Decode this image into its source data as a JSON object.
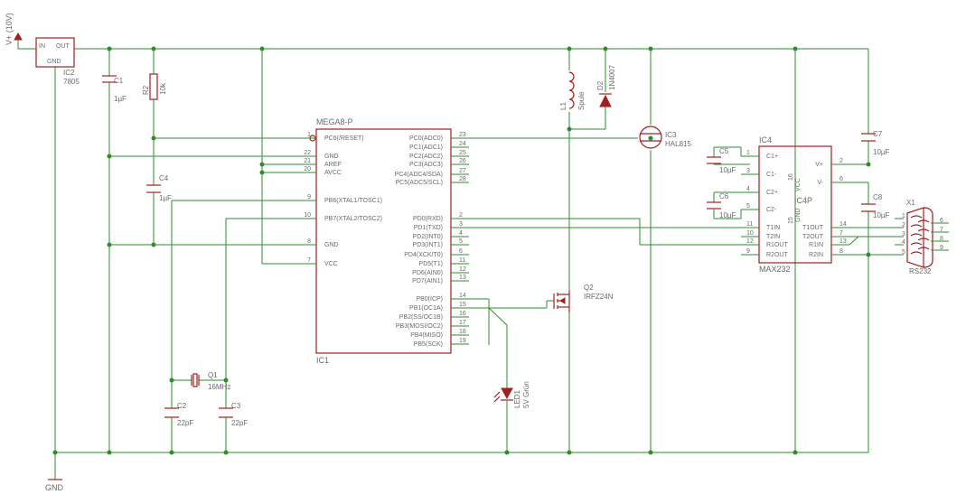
{
  "supply": {
    "label": "V+ (10V)",
    "gnd_label": "GND"
  },
  "ic2": {
    "name": "IC2",
    "value": "7805",
    "pin_in": "IN",
    "pin_out": "OUT",
    "pin_gnd": "GND"
  },
  "c1": {
    "name": "C1",
    "value": "1µF"
  },
  "r2": {
    "name": "R2",
    "value": "10k"
  },
  "c4": {
    "name": "C4",
    "value": "1µF"
  },
  "q1": {
    "name": "Q1",
    "value": "16MHz"
  },
  "c2": {
    "name": "C2",
    "value": "22pF"
  },
  "c3": {
    "name": "C3",
    "value": "22pF"
  },
  "ic1": {
    "part": "MEGA8-P",
    "name": "IC1",
    "left_pins": [
      {
        "num": "1",
        "label": "PC6(/RESET)"
      },
      {
        "num": "22",
        "label": "GND"
      },
      {
        "num": "21",
        "label": "AREF"
      },
      {
        "num": "20",
        "label": "AVCC"
      },
      {
        "num": "9",
        "label": "PB6(XTAL1/TOSC1)"
      },
      {
        "num": "10",
        "label": "PB7(XTAL2/TOSC2)"
      },
      {
        "num": "8",
        "label": "GND"
      },
      {
        "num": "7",
        "label": "VCC"
      }
    ],
    "right_pins": [
      {
        "num": "23",
        "label": "PC0(ADC0)"
      },
      {
        "num": "24",
        "label": "PC1(ADC1)"
      },
      {
        "num": "25",
        "label": "PC2(ADC2)"
      },
      {
        "num": "26",
        "label": "PC3(ADC3)"
      },
      {
        "num": "27",
        "label": "PC4(ADC4/SDA)"
      },
      {
        "num": "28",
        "label": "PC5(ADC5/SCL)"
      },
      {
        "num": "2",
        "label": "PD0(RXD)"
      },
      {
        "num": "3",
        "label": "PD1(TXD)"
      },
      {
        "num": "4",
        "label": "PD2(INT0)"
      },
      {
        "num": "5",
        "label": "PD3(INT1)"
      },
      {
        "num": "6",
        "label": "PD4(XCK/T0)"
      },
      {
        "num": "11",
        "label": "PD5(T1)"
      },
      {
        "num": "12",
        "label": "PD6(AIN0)"
      },
      {
        "num": "13",
        "label": "PD7(AIN1)"
      },
      {
        "num": "14",
        "label": "PB0(ICP)"
      },
      {
        "num": "15",
        "label": "PB1(OC1A)"
      },
      {
        "num": "16",
        "label": "PB2(SS/OC1B)"
      },
      {
        "num": "17",
        "label": "PB3(MOSI/OC2)"
      },
      {
        "num": "18",
        "label": "PB4(MISO)"
      },
      {
        "num": "19",
        "label": "PB5(SCK)"
      }
    ]
  },
  "l1": {
    "name": "L1",
    "value": "Spule"
  },
  "d2": {
    "name": "D2",
    "value": "1N4007"
  },
  "ic3": {
    "name": "IC3",
    "value": "HAL815"
  },
  "q2": {
    "name": "Q2",
    "value": "IRFZ24N"
  },
  "led1": {
    "name": "LED1",
    "value": "5V Grün"
  },
  "c5": {
    "name": "C5",
    "value": "10µF"
  },
  "c6": {
    "name": "C6",
    "value": "10µF"
  },
  "c7": {
    "name": "C7",
    "value": "10µF"
  },
  "c8": {
    "name": "C8",
    "value": "10µF"
  },
  "ic4": {
    "name": "IC4",
    "part": "MAX232",
    "power_name": "IC4P",
    "vcc": "VCC",
    "gnd": "GND",
    "vcc_num": "16",
    "gnd_num": "15",
    "left_pins": [
      {
        "num": "1",
        "label": "C1+"
      },
      {
        "num": "3",
        "label": "C1-"
      },
      {
        "num": "4",
        "label": "C2+"
      },
      {
        "num": "5",
        "label": "C2-"
      },
      {
        "num": "11",
        "label": "T1IN"
      },
      {
        "num": "10",
        "label": "T2IN"
      },
      {
        "num": "12",
        "label": "R1OUT"
      },
      {
        "num": "9",
        "label": "R2OUT"
      }
    ],
    "right_pins": [
      {
        "num": "2",
        "label": "V+"
      },
      {
        "num": "6",
        "label": "V-"
      },
      {
        "num": "14",
        "label": "T1OUT"
      },
      {
        "num": "7",
        "label": "T2OUT"
      },
      {
        "num": "13",
        "label": "R1IN"
      },
      {
        "num": "8",
        "label": "R2IN"
      }
    ]
  },
  "x1": {
    "name": "X1",
    "value": "RS232",
    "left_nums": [
      "1",
      "2",
      "3",
      "4",
      "5"
    ],
    "right_nums": [
      "6",
      "7",
      "8",
      "9"
    ]
  },
  "colors": {
    "wire": "#2e8b2e",
    "symbol": "#a02020",
    "text": "#6a6a6a"
  }
}
